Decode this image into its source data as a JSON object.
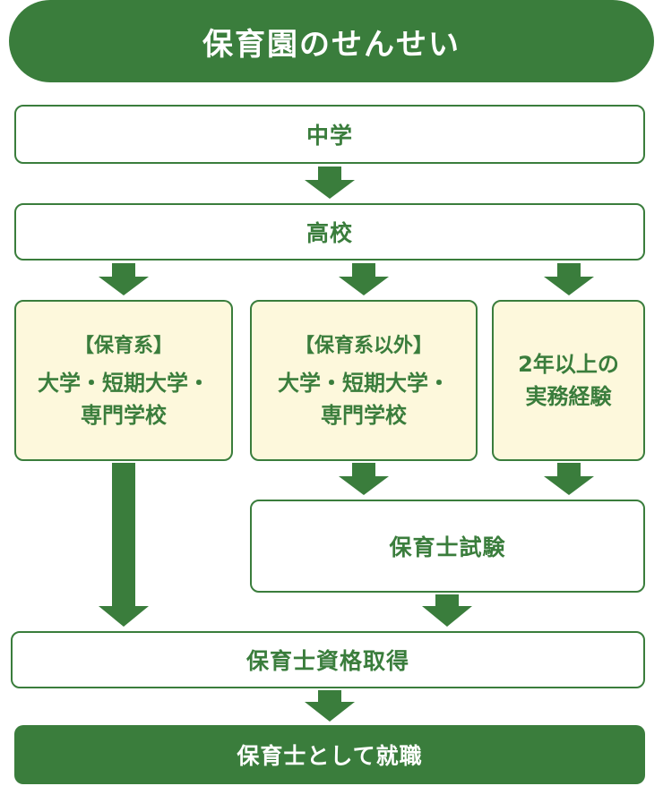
{
  "title": "保育園のせんせい",
  "steps": {
    "junior_high": "中学",
    "high_school": "高校",
    "childcare_school": {
      "tag": "【保育系】",
      "line1": "大学・短期大学・",
      "line2": "専門学校"
    },
    "other_school": {
      "tag": "【保育系以外】",
      "line1": "大学・短期大学・",
      "line2": "専門学校"
    },
    "experience": {
      "line1": "2年以上の",
      "line2": "実務経験"
    },
    "exam": "保育士試験",
    "qualification": "保育士資格取得",
    "employment": "保育士として就職"
  },
  "colors": {
    "primary_green": "#3a7d3c",
    "cream": "#fdf8dc",
    "white": "#ffffff"
  }
}
